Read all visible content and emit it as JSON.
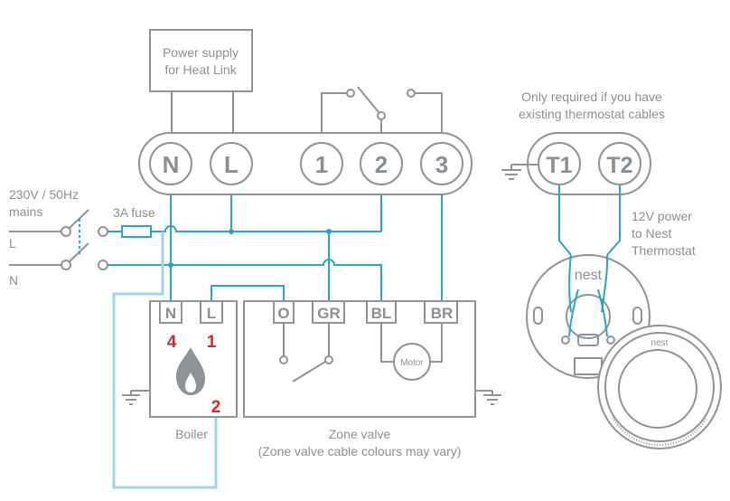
{
  "power_supply": {
    "line1": "Power supply",
    "line2": "for Heat Link"
  },
  "heat_link_terminals": [
    "N",
    "L",
    "1",
    "2",
    "3"
  ],
  "thermostat_note": {
    "line1": "Only required if you have",
    "line2": "existing thermostat cables"
  },
  "thermostat_terminals": [
    "T1",
    "T2"
  ],
  "mains": {
    "line1": "230V / 50Hz",
    "line2": "mains",
    "live": "L",
    "neutral": "N"
  },
  "fuse_label": "3A fuse",
  "power_note": {
    "line1": "12V power",
    "line2": "to Nest",
    "line3": "Thermostat"
  },
  "boiler": {
    "terminals": [
      "N",
      "L"
    ],
    "markers": [
      "4",
      "1",
      "2"
    ],
    "label": "Boiler"
  },
  "zone_valve": {
    "terminals": [
      "O",
      "GR",
      "BL",
      "BR"
    ],
    "motor_label": "Motor",
    "label": "Zone valve",
    "note": "(Zone valve cable colours may vary)"
  },
  "nest_logo": "nest",
  "nest_device_logo": "nest",
  "colors": {
    "wire": "#2aa3c9",
    "wire_light": "#9fd3e6",
    "outline": "#8d9397",
    "marker": "#d9262b"
  }
}
